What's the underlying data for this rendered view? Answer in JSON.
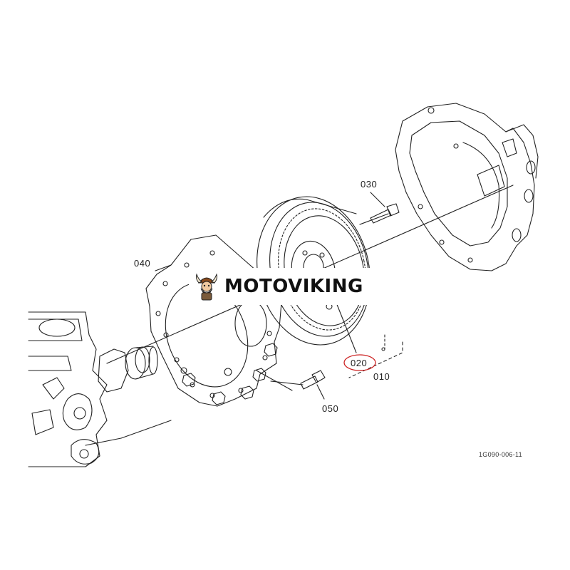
{
  "watermark": {
    "brand": "MOTOVIKING",
    "icon": "viking-mascot-icon"
  },
  "parts": {
    "p010": "010",
    "p020": "020",
    "p030": "030",
    "p040": "040",
    "p050": "050"
  },
  "drawing_number": "1G090-006-11",
  "highlight_color": "#cc2222",
  "line_color": "#222222"
}
